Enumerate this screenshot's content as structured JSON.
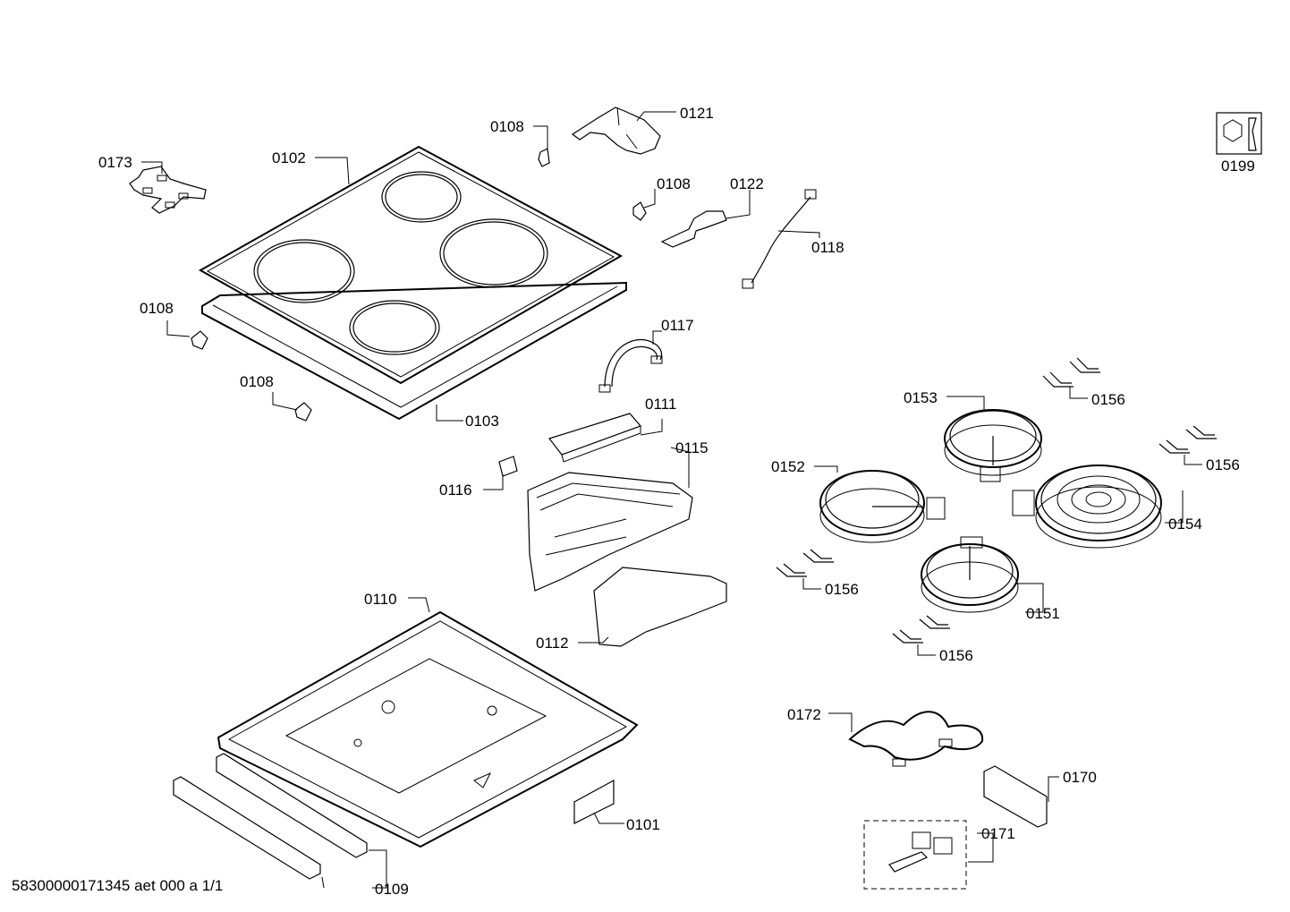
{
  "document_id": "58300000171345 aet 000 a 1/1",
  "parts": [
    {
      "id": "p0102",
      "label": "0102"
    },
    {
      "id": "p0173",
      "label": "0173"
    },
    {
      "id": "p0108a",
      "label": "0108"
    },
    {
      "id": "p0121",
      "label": "0121"
    },
    {
      "id": "p0108b",
      "label": "0108"
    },
    {
      "id": "p0122",
      "label": "0122"
    },
    {
      "id": "p0118",
      "label": "0118"
    },
    {
      "id": "p0199",
      "label": "0199"
    },
    {
      "id": "p0108c",
      "label": "0108"
    },
    {
      "id": "p0117",
      "label": "0117"
    },
    {
      "id": "p0108d",
      "label": "0108"
    },
    {
      "id": "p0103",
      "label": "0103"
    },
    {
      "id": "p0111",
      "label": "0111"
    },
    {
      "id": "p0115",
      "label": "0115"
    },
    {
      "id": "p0116",
      "label": "0116"
    },
    {
      "id": "p0153",
      "label": "0153"
    },
    {
      "id": "p0156a",
      "label": "0156"
    },
    {
      "id": "p0156b",
      "label": "0156"
    },
    {
      "id": "p0152",
      "label": "0152"
    },
    {
      "id": "p0154",
      "label": "0154"
    },
    {
      "id": "p0110",
      "label": "0110"
    },
    {
      "id": "p0156c",
      "label": "0156"
    },
    {
      "id": "p0151",
      "label": "0151"
    },
    {
      "id": "p0112",
      "label": "0112"
    },
    {
      "id": "p0156d",
      "label": "0156"
    },
    {
      "id": "p0172",
      "label": "0172"
    },
    {
      "id": "p0170",
      "label": "0170"
    },
    {
      "id": "p0101",
      "label": "0101"
    },
    {
      "id": "p0171",
      "label": "0171"
    },
    {
      "id": "p0109",
      "label": "0109"
    }
  ]
}
